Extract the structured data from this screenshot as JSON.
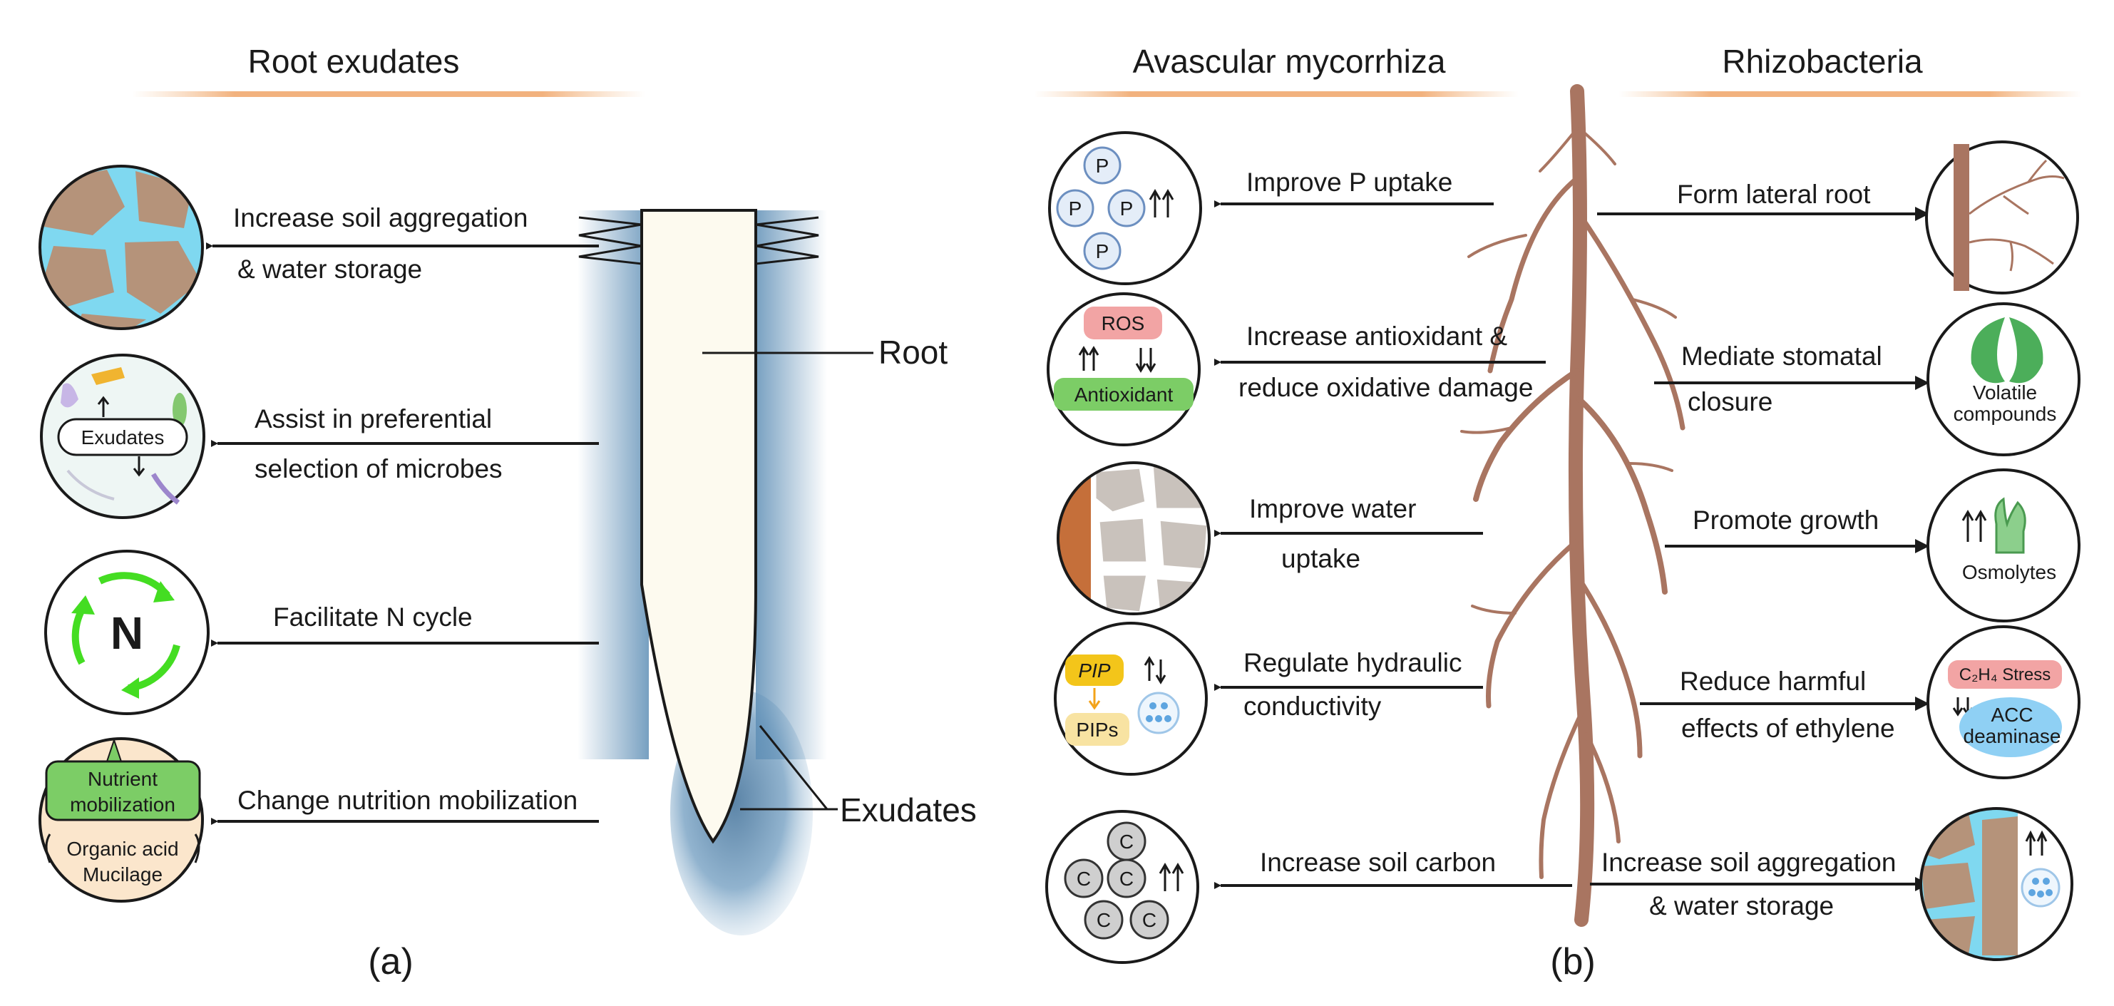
{
  "panel_a": {
    "heading": "Root exudates",
    "panel_label": "(a)",
    "root_label": "Root",
    "exudates_label": "Exudates",
    "effects": [
      {
        "line1": "Increase soil aggregation",
        "line2": "& water storage"
      },
      {
        "line1": "Assist in preferential",
        "line2": "selection of microbes"
      },
      {
        "line1": "Facilitate N cycle",
        "line2": ""
      },
      {
        "line1": "Change nutrition mobilization",
        "line2": ""
      }
    ],
    "icons": {
      "exudates_text": "Exudates",
      "n_text": "N",
      "nutrient_line1": "Nutrient",
      "nutrient_line2": "mobilization",
      "organic_line1": "Organic acid",
      "organic_line2": "Mucilage"
    }
  },
  "panel_b": {
    "heading_left": "Avascular mycorrhiza",
    "heading_right": "Rhizobacteria",
    "panel_label": "(b)",
    "mycorrhiza_effects": [
      {
        "line1": "Improve P uptake",
        "line2": ""
      },
      {
        "line1": "Increase antioxidant &",
        "line2": "reduce oxidative damage"
      },
      {
        "line1": "Improve water",
        "line2": "uptake"
      },
      {
        "line1": "Regulate hydraulic",
        "line2": "conductivity"
      },
      {
        "line1": "Increase soil carbon",
        "line2": ""
      }
    ],
    "rhizobacteria_effects": [
      {
        "line1": "Form lateral root",
        "line2": ""
      },
      {
        "line1": "Mediate stomatal",
        "line2": "closure"
      },
      {
        "line1": "Promote growth",
        "line2": ""
      },
      {
        "line1": "Reduce harmful",
        "line2": "effects of ethylene"
      },
      {
        "line1": "Increase soil aggregation",
        "line2": "& water storage"
      }
    ],
    "icons": {
      "p_letter": "P",
      "ros_text": "ROS",
      "antioxidant_text": "Antioxidant",
      "pip_text": "PIP",
      "pips_text": "PIPs",
      "c_letter": "C",
      "volatile_line1": "Volatile",
      "volatile_line2": "compounds",
      "osmolytes_text": "Osmolytes",
      "c2h4_text": "C₂H₄ Stress",
      "acc_line1": "ACC",
      "acc_line2": "deaminase"
    }
  },
  "colors": {
    "soil": "#b5937a",
    "water": "#7fd8f0",
    "root_brown": "#a97561",
    "root_fill": "#fdfaef",
    "root_halo": "#5f8fb6",
    "green": "#7ccd66",
    "ros_pink": "#f2a4a4",
    "pip_yellow": "#f3c51a",
    "gray_circle": "#cfcfcf"
  }
}
